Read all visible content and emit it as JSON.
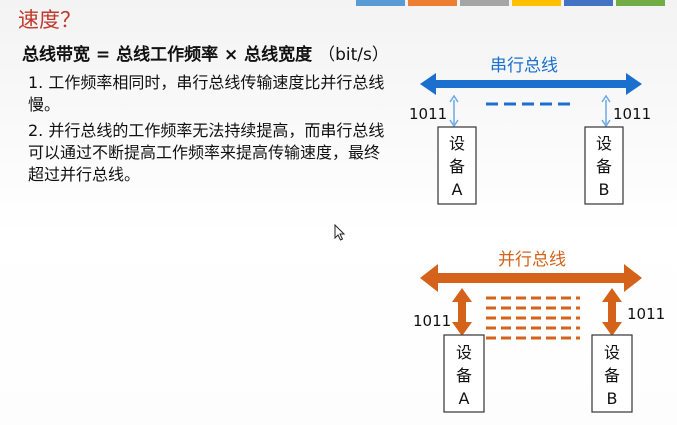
{
  "tab_colors": [
    "#5b9bd5",
    "#ed7d31",
    "#a5a5a5",
    "#ffc000",
    "#4472c4",
    "#70ad47"
  ],
  "slide": {
    "title": "速度？",
    "formula_main": "总线带宽 = 总线工作频率 × 总线宽度",
    "formula_unit": "（bit/s）",
    "point1": "1. 工作频率相同时，串行总线传输速度比并行总线慢。",
    "point2": "2. 并行总线的工作频率无法持续提高，而串行总线可以通过不断提高工作频率来提高传输速度，最终超过并行总线。"
  },
  "serial_diagram": {
    "label": "串行总线",
    "color": "#1a6fcf",
    "left_data": "1011",
    "right_data": "1011",
    "device_a": [
      "设",
      "备",
      "A"
    ],
    "device_b": [
      "设",
      "备",
      "B"
    ]
  },
  "parallel_diagram": {
    "label": "并行总线",
    "color": "#d4621a",
    "left_data": "1011",
    "right_data": "1011",
    "device_a": [
      "设",
      "备",
      "A"
    ],
    "device_b": [
      "设",
      "备",
      "B"
    ]
  },
  "icons": {
    "cursor": "mouse-pointer-icon"
  }
}
